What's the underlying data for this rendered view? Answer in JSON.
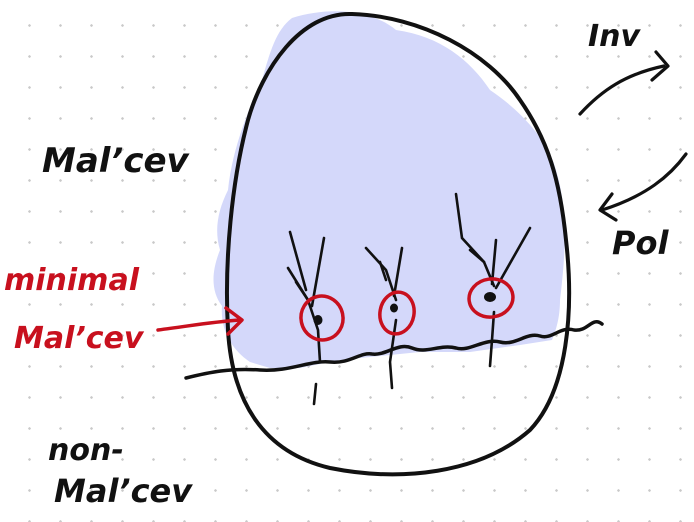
{
  "labels": {
    "mal_cev": "Mal’cev",
    "minimal_line1": "minimal",
    "minimal_line2": "Mal’cev",
    "non_line1": "non-",
    "non_line2": "Mal’cev",
    "inv": "Inv",
    "pol": "Pol"
  },
  "colors": {
    "ink": "#111111",
    "accent": "#c8101e",
    "fill": "#d4d8fa"
  },
  "icons": {
    "inv_arrow": "curved-arrow-right-icon",
    "pol_arrow": "curved-arrow-left-icon",
    "minimal_arrow": "pointer-arrow-icon"
  }
}
